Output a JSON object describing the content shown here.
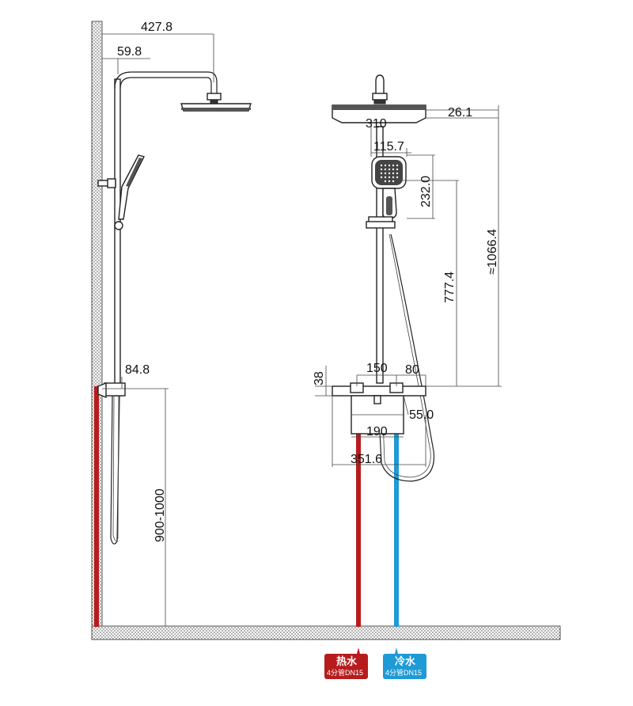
{
  "colors": {
    "hot": "#b71c1c",
    "cold": "#1e9ad6",
    "hatch": "#777777"
  },
  "side_view": {
    "dims": {
      "head_reach": "427.8",
      "arm_offset": "59.8",
      "valve_depth": "84.8",
      "valve_height": "900-1000"
    }
  },
  "front_view": {
    "dims": {
      "head_thickness": "26.1",
      "head_width": "310",
      "handshower_width": "115.7",
      "handshower_height": "232.0",
      "total_height": "≈1066.4",
      "bar_height": "777.4",
      "valve_h": "38",
      "valve_center": "150",
      "valve_side": "80",
      "valve_depth": "55.0",
      "valve_width": "190",
      "overall_width": "351.6"
    }
  },
  "legend": {
    "hot": {
      "title": "热水",
      "sub": "4分管DN15"
    },
    "cold": {
      "title": "冷水",
      "sub": "4分管DN15"
    }
  }
}
